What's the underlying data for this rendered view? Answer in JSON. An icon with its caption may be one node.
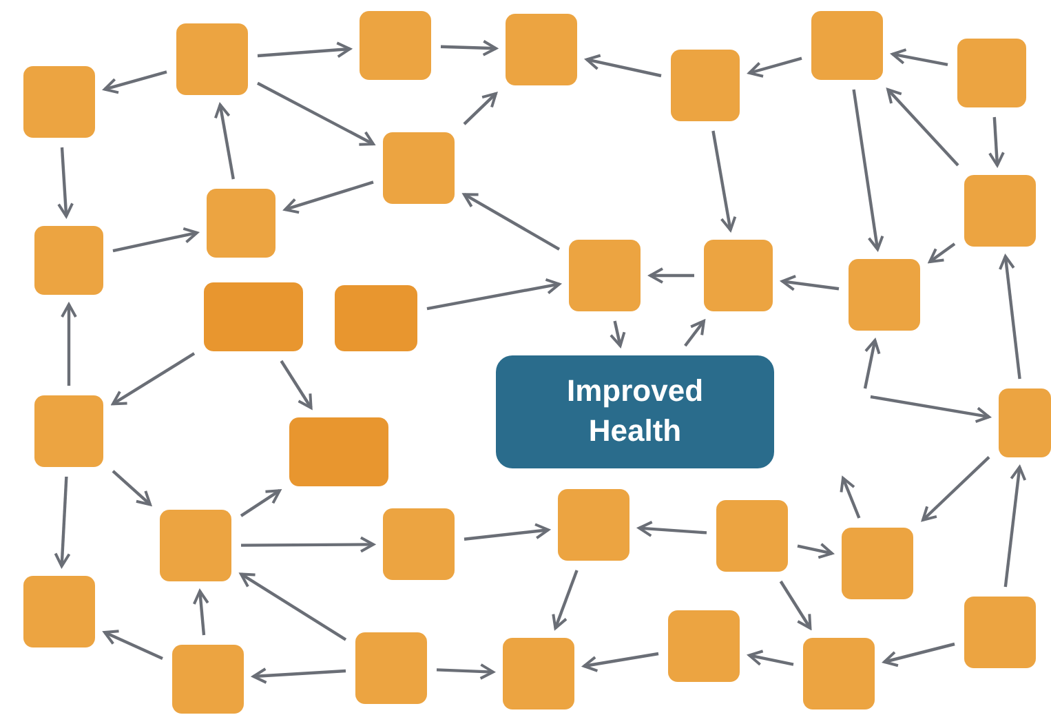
{
  "diagram": {
    "nodes": [
      {
        "text": [],
        "shape": "box"
      },
      {
        "text": [],
        "shape": "box"
      },
      {
        "text": [],
        "shape": "box"
      },
      {
        "text": [],
        "shape": "box"
      },
      {
        "text": [],
        "shape": "box"
      },
      {
        "text": [],
        "shape": "box"
      },
      {
        "text": [],
        "shape": "box"
      },
      {
        "text": [],
        "shape": "box"
      },
      {
        "text": [],
        "shape": "box"
      },
      {
        "text": [],
        "shape": "box"
      },
      {
        "text": [],
        "shape": "box"
      },
      {
        "text": [],
        "shape": "box"
      },
      {
        "text": [],
        "shape": "box"
      },
      {
        "text": [],
        "shape": "box"
      },
      {
        "text": [],
        "shape": "box"
      },
      {
        "text": [],
        "shape": "box"
      },
      {
        "text": [
          "Improved Health"
        ]
      },
      {
        "text": [],
        "shape": "box"
      },
      {
        "text": [],
        "shape": "box"
      },
      {
        "text": [],
        "shape": "box"
      },
      {
        "text": [],
        "shape": "box"
      },
      {
        "text": [],
        "shape": "box"
      },
      {
        "text": [],
        "shape": "box"
      },
      {
        "text": [],
        "shape": "box"
      },
      {
        "text": [],
        "shape": "box"
      },
      {
        "text": [],
        "shape": "box"
      },
      {
        "text": [],
        "shape": "box"
      },
      {
        "text": [],
        "shape": "box"
      },
      {
        "text": [],
        "shape": "box"
      },
      {
        "text": [],
        "shape": "box"
      },
      {
        "text": [],
        "shape": "box"
      },
      {
        "text": [],
        "shape": "box"
      }
    ],
    "edges": [
      {
        "from": 0,
        "to": 6,
        "arrow": "to"
      },
      {
        "from": 0,
        "to": 1,
        "arrow": "to"
      },
      {
        "from": 1,
        "to": 2,
        "arrow": "to"
      },
      {
        "from": 0,
        "to": 7,
        "arrow": "to"
      },
      {
        "from": 7,
        "to": 2,
        "arrow": "to"
      },
      {
        "from": 8,
        "to": 0,
        "arrow": "to"
      },
      {
        "from": 7,
        "to": 8,
        "arrow": "to"
      },
      {
        "from": 6,
        "to": 10,
        "arrow": "to"
      },
      {
        "from": 10,
        "to": 8,
        "arrow": "to"
      },
      {
        "from": 15,
        "to": 11,
        "arrow": "to"
      },
      {
        "from": 11,
        "to": 7,
        "arrow": "to"
      },
      {
        "from": 4,
        "to": 2,
        "arrow": "to"
      },
      {
        "from": 3,
        "to": 4,
        "arrow": "to"
      },
      {
        "from": 5,
        "to": 3,
        "arrow": "to"
      },
      {
        "from": 9,
        "to": 3,
        "arrow": "to"
      },
      {
        "from": 5,
        "to": 9,
        "arrow": "to"
      },
      {
        "from": 4,
        "to": 12,
        "arrow": "to"
      },
      {
        "from": 3,
        "to": 13,
        "arrow": "to"
      },
      {
        "from": 12,
        "to": 11,
        "arrow": "to"
      },
      {
        "from": 13,
        "to": 12,
        "arrow": "to"
      },
      {
        "from": 9,
        "to": 13,
        "arrow": "to"
      },
      {
        "from": 11,
        "to": 16,
        "arrow": "to"
      },
      {
        "from": 16,
        "to": 12,
        "arrow": "to"
      },
      {
        "from": 18,
        "to": 9,
        "arrow": "to"
      },
      {
        "from": null,
        "to": 13,
        "arrow": "to"
      },
      {
        "from": null,
        "to": 18,
        "arrow": "to"
      },
      {
        "from": 18,
        "to": 24,
        "arrow": "to"
      },
      {
        "from": 24,
        "to": null,
        "arrow": "to"
      },
      {
        "from": 21,
        "to": 20,
        "arrow": "to"
      },
      {
        "from": 21,
        "to": 24,
        "arrow": "to"
      },
      {
        "from": 21,
        "to": 30,
        "arrow": "to"
      },
      {
        "from": 20,
        "to": 31,
        "arrow": "to"
      },
      {
        "from": 30,
        "to": 26,
        "arrow": "to"
      },
      {
        "from": 26,
        "to": 31,
        "arrow": "to"
      },
      {
        "from": 27,
        "to": 30,
        "arrow": "to"
      },
      {
        "from": 27,
        "to": 18,
        "arrow": "to"
      },
      {
        "from": 29,
        "to": 31,
        "arrow": "to"
      },
      {
        "from": 29,
        "to": 28,
        "arrow": "to"
      },
      {
        "from": 29,
        "to": 22,
        "arrow": "to"
      },
      {
        "from": 28,
        "to": 22,
        "arrow": "to"
      },
      {
        "from": 28,
        "to": 25,
        "arrow": "to"
      },
      {
        "from": 22,
        "to": 23,
        "arrow": "to"
      },
      {
        "from": 23,
        "to": 20,
        "arrow": "to"
      },
      {
        "from": 22,
        "to": 19,
        "arrow": "to"
      },
      {
        "from": 17,
        "to": 22,
        "arrow": "to"
      },
      {
        "from": 17,
        "to": 25,
        "arrow": "to"
      },
      {
        "from": 17,
        "to": 10,
        "arrow": "to"
      },
      {
        "from": 14,
        "to": 17,
        "arrow": "to"
      },
      {
        "from": 14,
        "to": 19,
        "arrow": "to"
      }
    ]
  }
}
